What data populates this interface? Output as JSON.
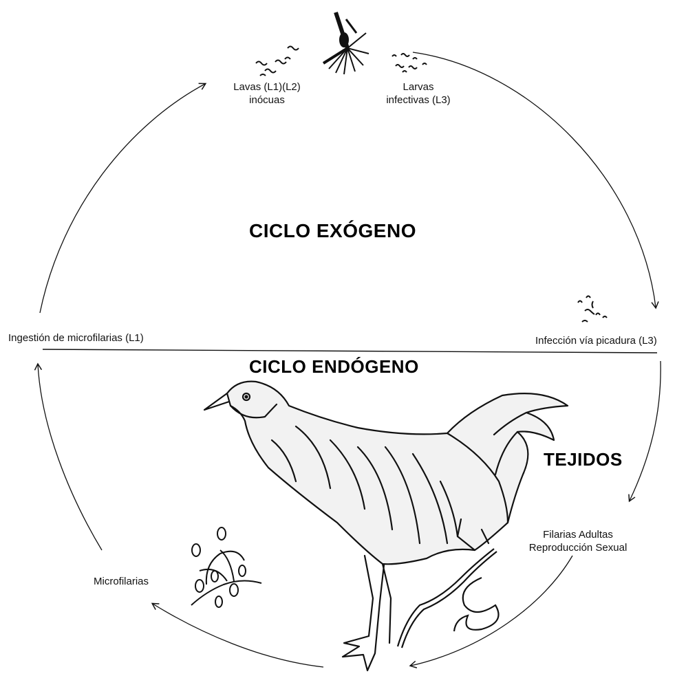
{
  "stages": {
    "l1_l2": {
      "line1": "Lavas (L1)(L2)",
      "line2": "inócuas"
    },
    "l3": {
      "line1": "Larvas",
      "line2": "infectivas (L3)"
    },
    "ingestion": "Ingestión de microfilarias (L1)",
    "infection": "Infección vía picadura (L3)",
    "adults": {
      "line1": "Filarias Adultas",
      "line2": "Reproducción Sexual"
    },
    "microfilariae": "Microfilarias"
  },
  "cycles": {
    "exogenous": "CICLO EXÓGENO",
    "endogenous": "CICLO ENDÓGENO",
    "tissues": "TEJIDOS"
  }
}
